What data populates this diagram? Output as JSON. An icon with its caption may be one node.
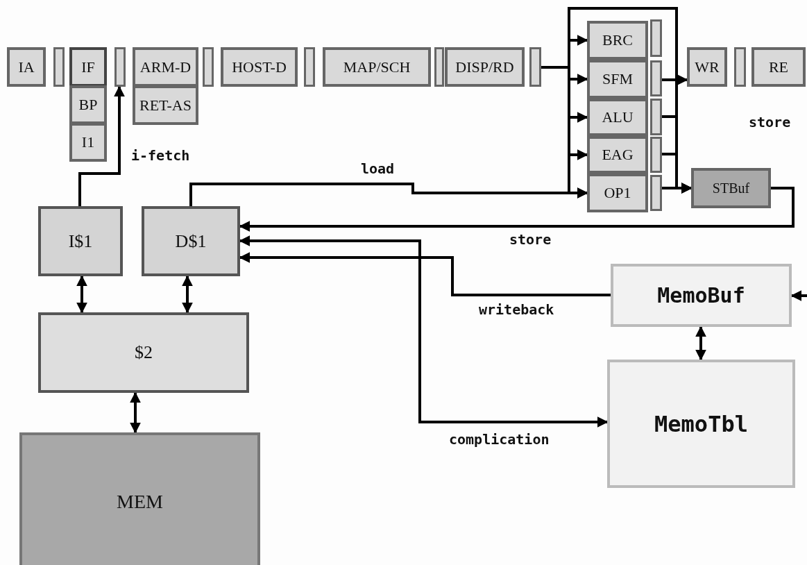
{
  "diagram": {
    "nodes": [
      {
        "text": [
          "IA"
        ]
      },
      {
        "text": [],
        "shape": "bar"
      },
      {
        "text": [
          "IF"
        ]
      },
      {
        "text": [
          "BP"
        ]
      },
      {
        "text": [
          "I1"
        ]
      },
      {
        "text": [],
        "shape": "bar"
      },
      {
        "text": [
          "ARM-D"
        ]
      },
      {
        "text": [
          "RET-AS"
        ]
      },
      {
        "text": [],
        "shape": "bar"
      },
      {
        "text": [
          "HOST-D"
        ]
      },
      {
        "text": [],
        "shape": "bar"
      },
      {
        "text": [
          "MAP/SCH"
        ]
      },
      {
        "text": [],
        "shape": "bar"
      },
      {
        "text": [
          "DISP/RD"
        ]
      },
      {
        "text": [],
        "shape": "bar"
      },
      {
        "text": [
          "BRC"
        ]
      },
      {
        "text": [
          "SFM"
        ]
      },
      {
        "text": [
          "ALU"
        ]
      },
      {
        "text": [
          "EAG"
        ]
      },
      {
        "text": [
          "OP1"
        ]
      },
      {
        "text": [],
        "shape": "bar"
      },
      {
        "text": [],
        "shape": "bar"
      },
      {
        "text": [],
        "shape": "bar"
      },
      {
        "text": [],
        "shape": "bar"
      },
      {
        "text": [],
        "shape": "bar"
      },
      {
        "text": [
          "WR"
        ]
      },
      {
        "text": [],
        "shape": "bar"
      },
      {
        "text": [
          "RE"
        ]
      },
      {
        "text": [
          "STBuf"
        ]
      },
      {
        "text": [
          "I$1"
        ]
      },
      {
        "text": [
          "D$1"
        ]
      },
      {
        "text": [
          "$2"
        ]
      },
      {
        "text": [
          "MEM"
        ]
      },
      {
        "text": [
          "MemoBuf"
        ]
      },
      {
        "text": [
          "MemoTbl"
        ]
      }
    ],
    "edges": [
      {
        "from": 14,
        "to": 15,
        "arrow": "to"
      },
      {
        "from": 14,
        "to": 16,
        "arrow": "to"
      },
      {
        "from": 14,
        "to": 17,
        "arrow": "to"
      },
      {
        "from": 14,
        "to": 18,
        "arrow": "to"
      },
      {
        "from": 14,
        "to": 19,
        "arrow": "to"
      },
      {
        "from": 14,
        "to": 28,
        "arrow": "to"
      },
      {
        "from": 21,
        "to": 25,
        "arrow": "to"
      },
      {
        "from": 22,
        "to": 28,
        "arrow": "to"
      },
      {
        "from": 23,
        "to": 28,
        "arrow": "to"
      },
      {
        "from": 24,
        "to": 28,
        "arrow": "to"
      },
      {
        "from": 29,
        "to": 5,
        "arrow": "to",
        "label": "i-fetch"
      },
      {
        "from": 30,
        "to": 19,
        "arrow": "to",
        "label": "load"
      },
      {
        "from": 28,
        "to": 30,
        "arrow": "to",
        "label": "store"
      },
      {
        "from": 30,
        "to": 34,
        "arrow": "both",
        "label": "complication"
      },
      {
        "from": 33,
        "to": 30,
        "arrow": "to",
        "label": "writeback"
      },
      {
        "from": null,
        "to": 33,
        "arrow": "to"
      },
      {
        "from": 33,
        "to": 34,
        "arrow": "both"
      },
      {
        "from": 29,
        "to": 31,
        "arrow": "both"
      },
      {
        "from": 30,
        "to": 31,
        "arrow": "both"
      },
      {
        "from": 31,
        "to": 32,
        "arrow": "both"
      }
    ],
    "labels": [
      "store"
    ]
  }
}
